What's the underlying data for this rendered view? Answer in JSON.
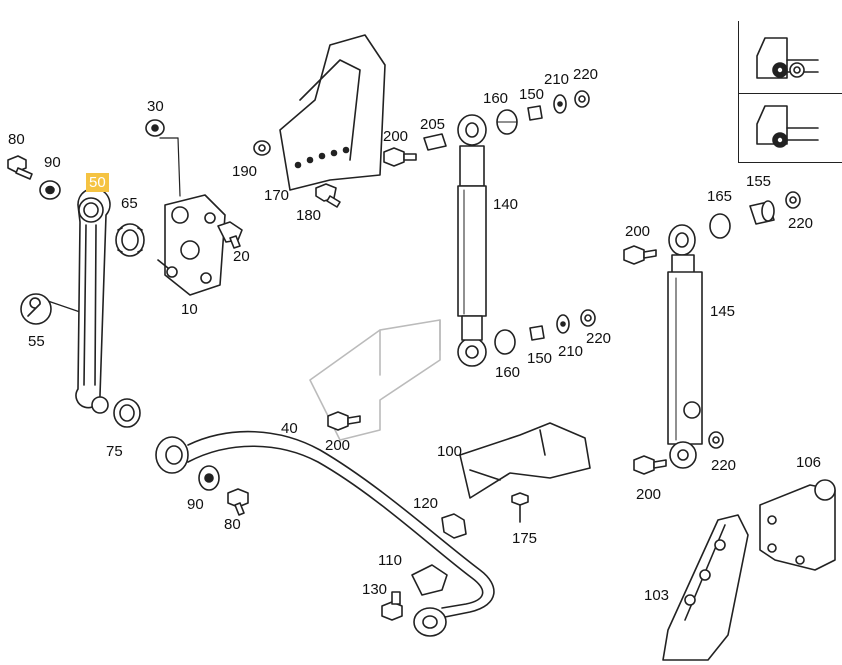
{
  "highlight_color": "#f5c342",
  "callouts": [
    {
      "id": "c80a",
      "text": "80"
    },
    {
      "id": "c90a",
      "text": "90"
    },
    {
      "id": "c50",
      "text": "50",
      "highlighted": true
    },
    {
      "id": "c65",
      "text": "65"
    },
    {
      "id": "c30",
      "text": "30"
    },
    {
      "id": "c20",
      "text": "20"
    },
    {
      "id": "c10",
      "text": "10"
    },
    {
      "id": "c55",
      "text": "55"
    },
    {
      "id": "c75",
      "text": "75"
    },
    {
      "id": "c190",
      "text": "190"
    },
    {
      "id": "c170",
      "text": "170"
    },
    {
      "id": "c180",
      "text": "180"
    },
    {
      "id": "c200a",
      "text": "200"
    },
    {
      "id": "c205",
      "text": "205"
    },
    {
      "id": "c160a",
      "text": "160"
    },
    {
      "id": "c150a",
      "text": "150"
    },
    {
      "id": "c210a",
      "text": "210"
    },
    {
      "id": "c220a",
      "text": "220"
    },
    {
      "id": "c140",
      "text": "140"
    },
    {
      "id": "c160b",
      "text": "160"
    },
    {
      "id": "c150b",
      "text": "150"
    },
    {
      "id": "c210b",
      "text": "210"
    },
    {
      "id": "c220b",
      "text": "220"
    },
    {
      "id": "c200b",
      "text": "200"
    },
    {
      "id": "c40",
      "text": "40"
    },
    {
      "id": "c90b",
      "text": "90"
    },
    {
      "id": "c80b",
      "text": "80"
    },
    {
      "id": "c100",
      "text": "100"
    },
    {
      "id": "c120",
      "text": "120"
    },
    {
      "id": "c175",
      "text": "175"
    },
    {
      "id": "c110",
      "text": "110"
    },
    {
      "id": "c130",
      "text": "130"
    },
    {
      "id": "c165",
      "text": "165"
    },
    {
      "id": "c155",
      "text": "155"
    },
    {
      "id": "c220c",
      "text": "220"
    },
    {
      "id": "c200c",
      "text": "200"
    },
    {
      "id": "c145",
      "text": "145"
    },
    {
      "id": "c220d",
      "text": "220"
    },
    {
      "id": "c200d",
      "text": "200"
    },
    {
      "id": "c106",
      "text": "106"
    },
    {
      "id": "c103",
      "text": "103"
    }
  ]
}
